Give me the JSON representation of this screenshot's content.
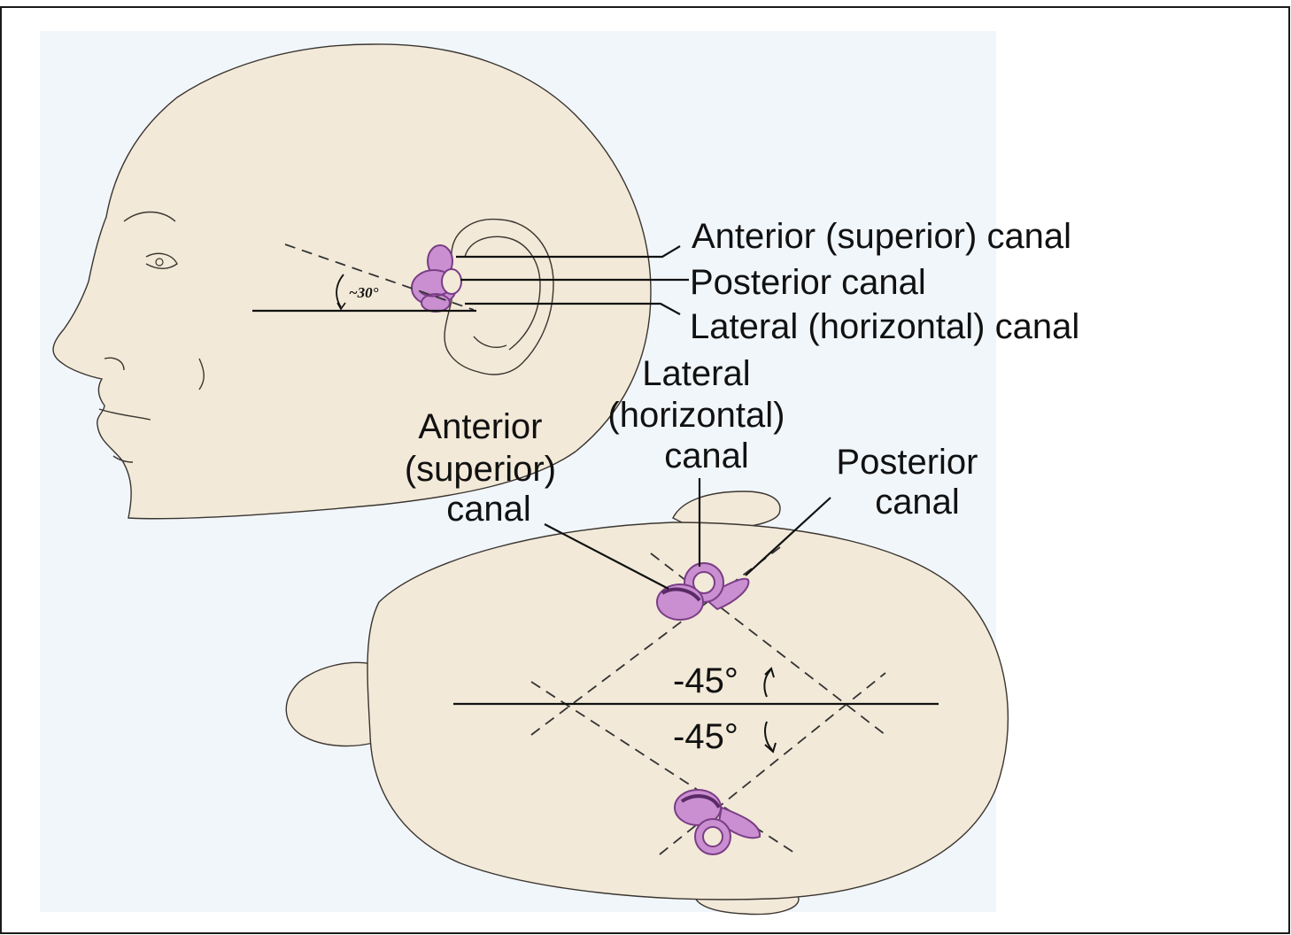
{
  "colors": {
    "background_panel": "#f1f6fb",
    "skin": "#f2e9d8",
    "inner_ear": "#c98fd0",
    "inner_ear_dark": "#7a3d86",
    "frame": "#1a1a1a"
  },
  "side_view": {
    "angle_label": "~30°",
    "labels": {
      "anterior": "Anterior (superior) canal",
      "posterior": "Posterior canal",
      "lateral": "Lateral (horizontal) canal"
    }
  },
  "top_view": {
    "anterior": {
      "line1": "Anterior",
      "line2": "(superior)",
      "line3": "canal"
    },
    "lateral": {
      "line1": "Lateral",
      "line2": "(horizontal)",
      "line3": "canal"
    },
    "posterior": {
      "line1": "Posterior",
      "line2": "canal"
    },
    "angle_upper": "-45°",
    "angle_lower": "-45°"
  }
}
